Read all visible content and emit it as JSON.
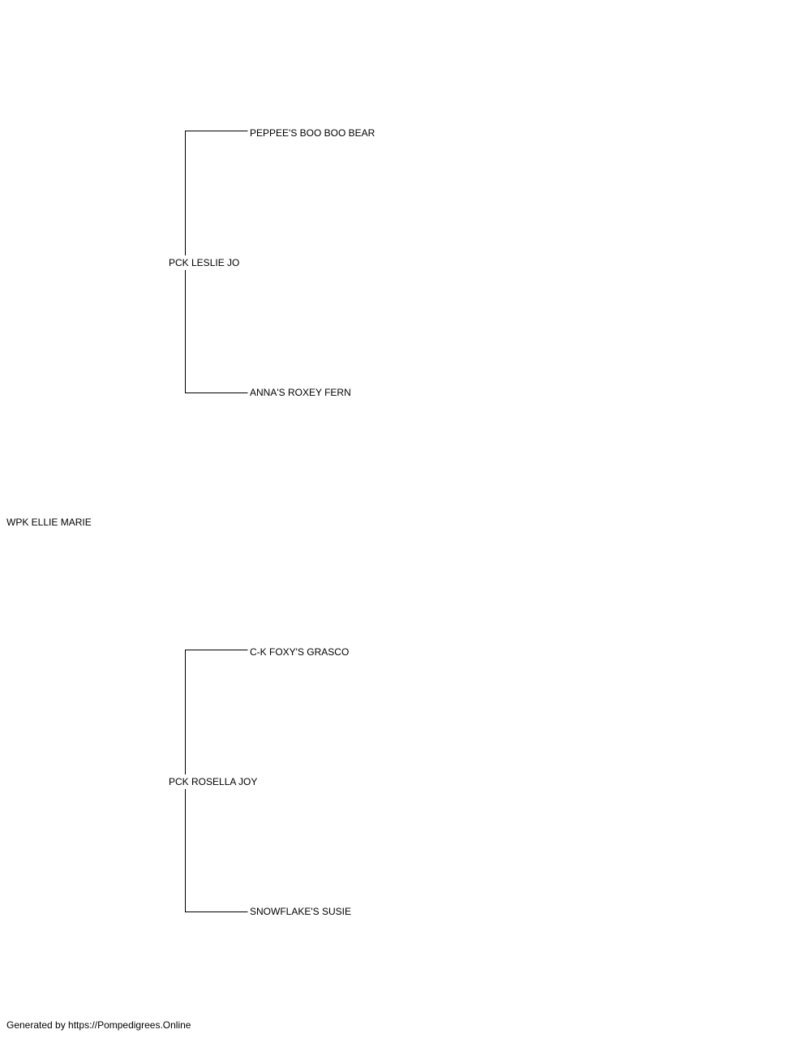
{
  "pedigree": {
    "subject": "WPK ELLIE MARIE",
    "sire": {
      "name": "PCK LESLIE JO",
      "sire": "PEPPEE'S BOO BOO BEAR",
      "dam": "ANNA'S ROXEY FERN"
    },
    "dam": {
      "name": "PCK ROSELLA JOY",
      "sire": "C-K FOXY'S GRASCO",
      "dam": "SNOWFLAKE'S SUSIE"
    }
  },
  "footer": {
    "text": "Generated by https://Pompedigrees.Online"
  },
  "colors": {
    "line": "#000000",
    "text": "#000000",
    "background": "#ffffff"
  }
}
